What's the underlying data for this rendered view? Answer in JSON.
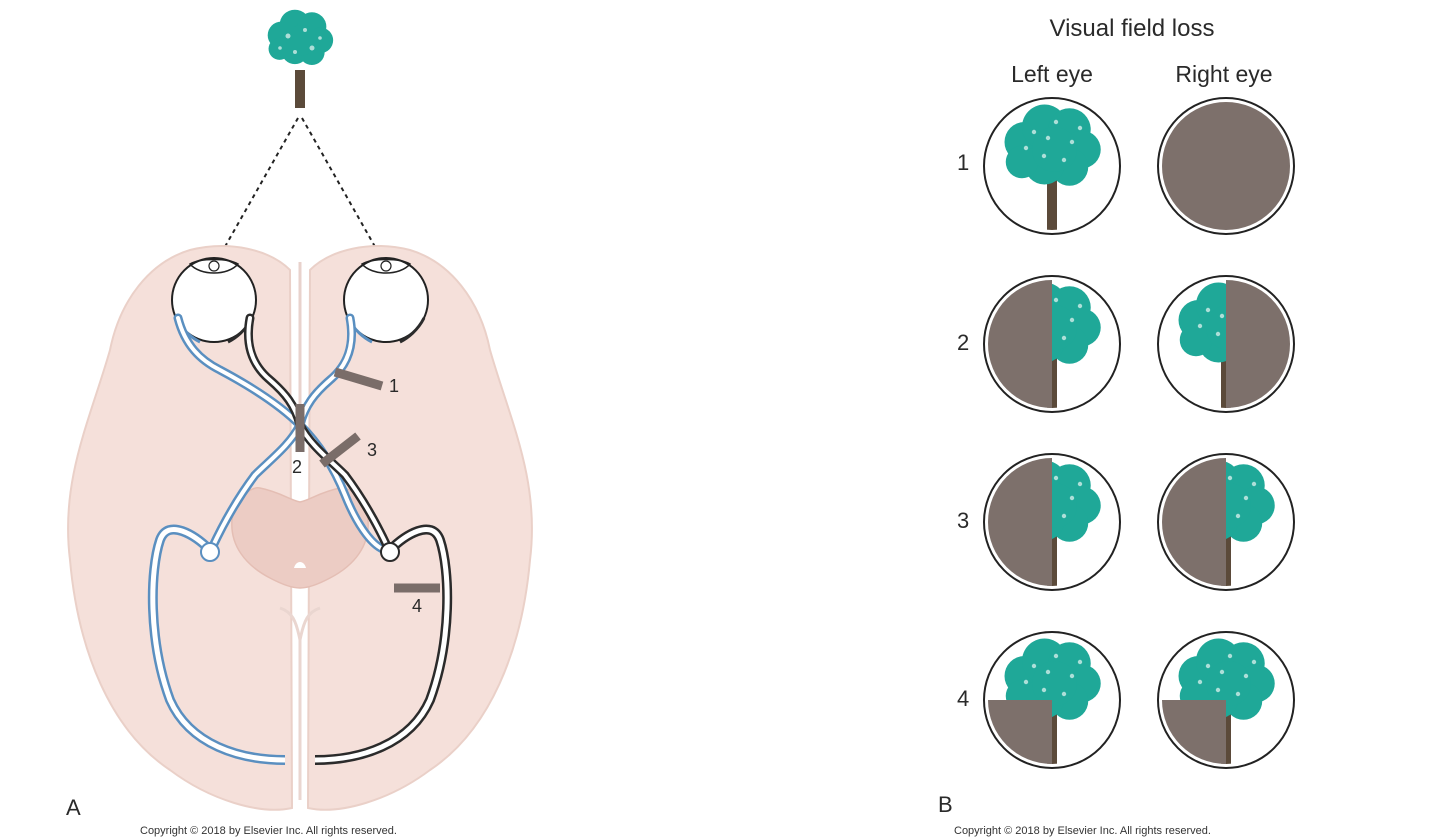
{
  "panel_a": {
    "label": "A",
    "lesion_labels": [
      "1",
      "2",
      "3",
      "4"
    ],
    "copyright": "Copyright © 2018 by Elsevier Inc. All rights reserved."
  },
  "panel_b": {
    "label": "B",
    "title": "Visual field loss",
    "left_eye_header": "Left eye",
    "right_eye_header": "Right eye",
    "rows": [
      {
        "number": "1",
        "left_eye": "full field",
        "right_eye": "total loss"
      },
      {
        "number": "2",
        "left_eye": "temporal half loss",
        "right_eye": "temporal half loss"
      },
      {
        "number": "3",
        "left_eye": "left half loss",
        "right_eye": "left half loss"
      },
      {
        "number": "4",
        "left_eye": "lower left quadrant loss",
        "right_eye": "lower left quadrant loss"
      }
    ],
    "copyright": "Copyright © 2018 by Elsevier Inc. All rights reserved."
  },
  "colors": {
    "brain": "#f5e0da",
    "brain_outline": "#e6c8c0",
    "midbrain": "#ecccc4",
    "tree_foliage": "#1fa898",
    "trunk": "#5b4a3a",
    "field_loss": "#7d706b",
    "left_pathway": "#5a8fc0",
    "right_pathway": "#2b2b2b",
    "lesion_bar": "#7a6d69"
  }
}
